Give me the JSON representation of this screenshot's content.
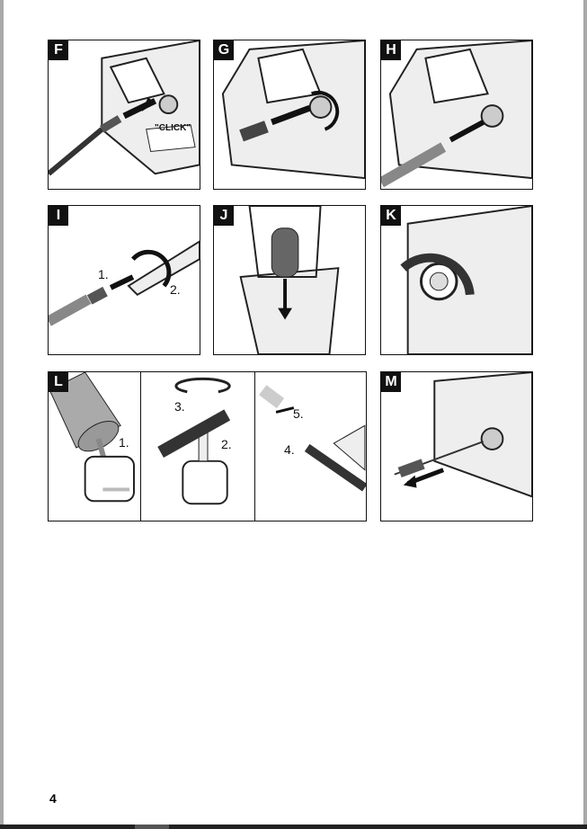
{
  "panels": [
    {
      "letter": "F",
      "callout": "\"CLICK\""
    },
    {
      "letter": "G"
    },
    {
      "letter": "H"
    },
    {
      "letter": "I",
      "steps": [
        "1.",
        "2."
      ]
    },
    {
      "letter": "J"
    },
    {
      "letter": "K"
    },
    {
      "letter": "L",
      "steps": [
        "1.",
        "2.",
        "3.",
        "4.",
        "5."
      ]
    },
    {
      "letter": "M"
    }
  ],
  "page_number": "4"
}
